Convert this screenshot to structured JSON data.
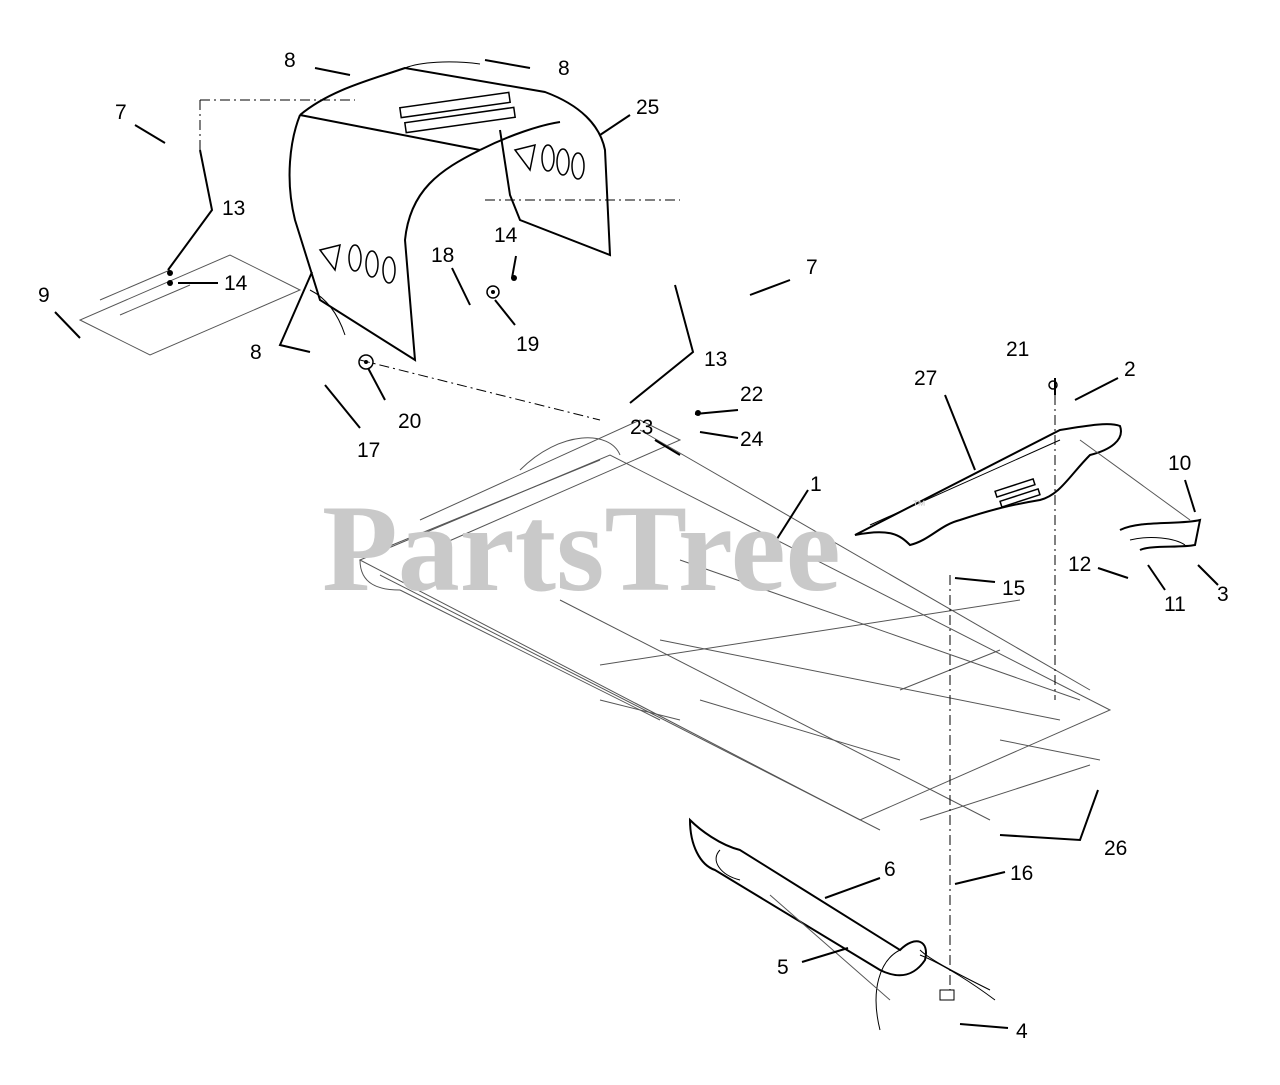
{
  "watermark": {
    "text": "PartsTree",
    "mark": "™"
  },
  "callouts": [
    "8",
    "8",
    "25",
    "7",
    "13",
    "14",
    "9",
    "8",
    "14",
    "18",
    "19",
    "7",
    "13",
    "20",
    "17",
    "22",
    "23",
    "24",
    "21",
    "27",
    "2",
    "1",
    "10",
    "12",
    "11",
    "3",
    "15",
    "26",
    "6",
    "16",
    "5",
    "4"
  ]
}
